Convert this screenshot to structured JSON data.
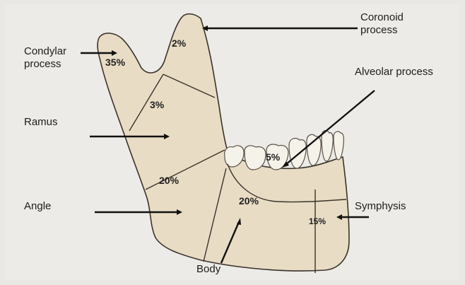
{
  "labels": {
    "condylar": "Condylar\nprocess",
    "coronoid": "Coronoid\nprocess",
    "alveolar": "Alveolar process",
    "ramus": "Ramus",
    "angle": "Angle",
    "symphysis": "Symphysis",
    "body": "Body"
  },
  "percentages": {
    "condylar": "35%",
    "coronoid": "2%",
    "ramus": "3%",
    "angle": "20%",
    "alveolar": "5%",
    "body": "20%",
    "symphysis": "15%"
  },
  "colors": {
    "bone": "#e8dcc5",
    "bone_edge": "#3a332b",
    "teeth": "#f5f2ea",
    "arrow": "#111111",
    "background": "#e9e8e4"
  }
}
